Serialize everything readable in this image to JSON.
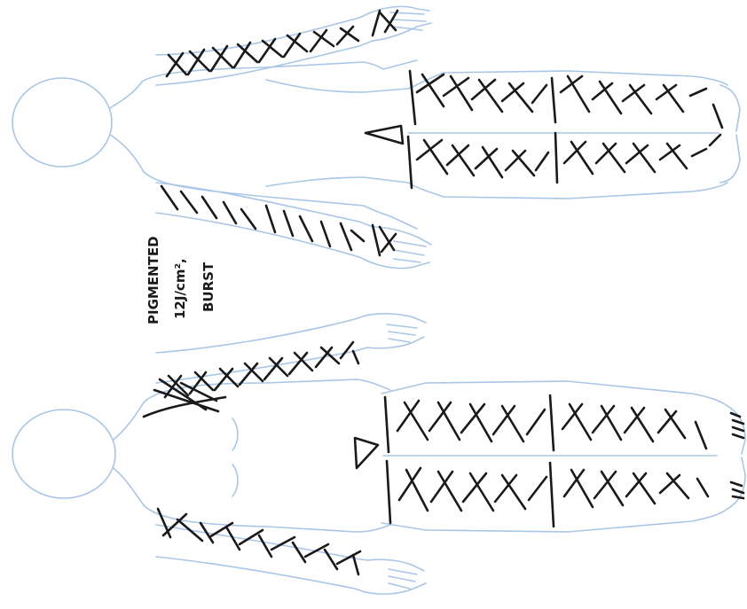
{
  "annotation": {
    "line1": "PIGMENTED",
    "line2": "12J/cm²,",
    "line3": "BURST"
  },
  "colors": {
    "outline": "#a9c6e6",
    "ink": "#1a1a1a"
  }
}
